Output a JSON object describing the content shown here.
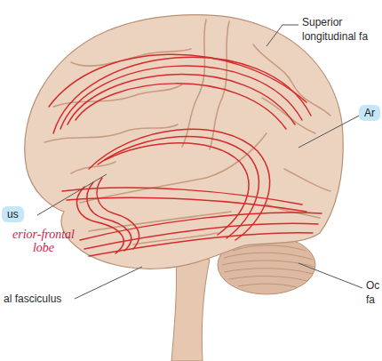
{
  "diagram": {
    "nodes": [
      {
        "text": [
          "Ar"
        ]
      },
      {
        "text": [
          "us"
        ]
      }
    ],
    "labels": [
      "Superior longitudinal fa",
      "erior-frontal lobe",
      "al fasciculus",
      "Oc fa"
    ]
  }
}
